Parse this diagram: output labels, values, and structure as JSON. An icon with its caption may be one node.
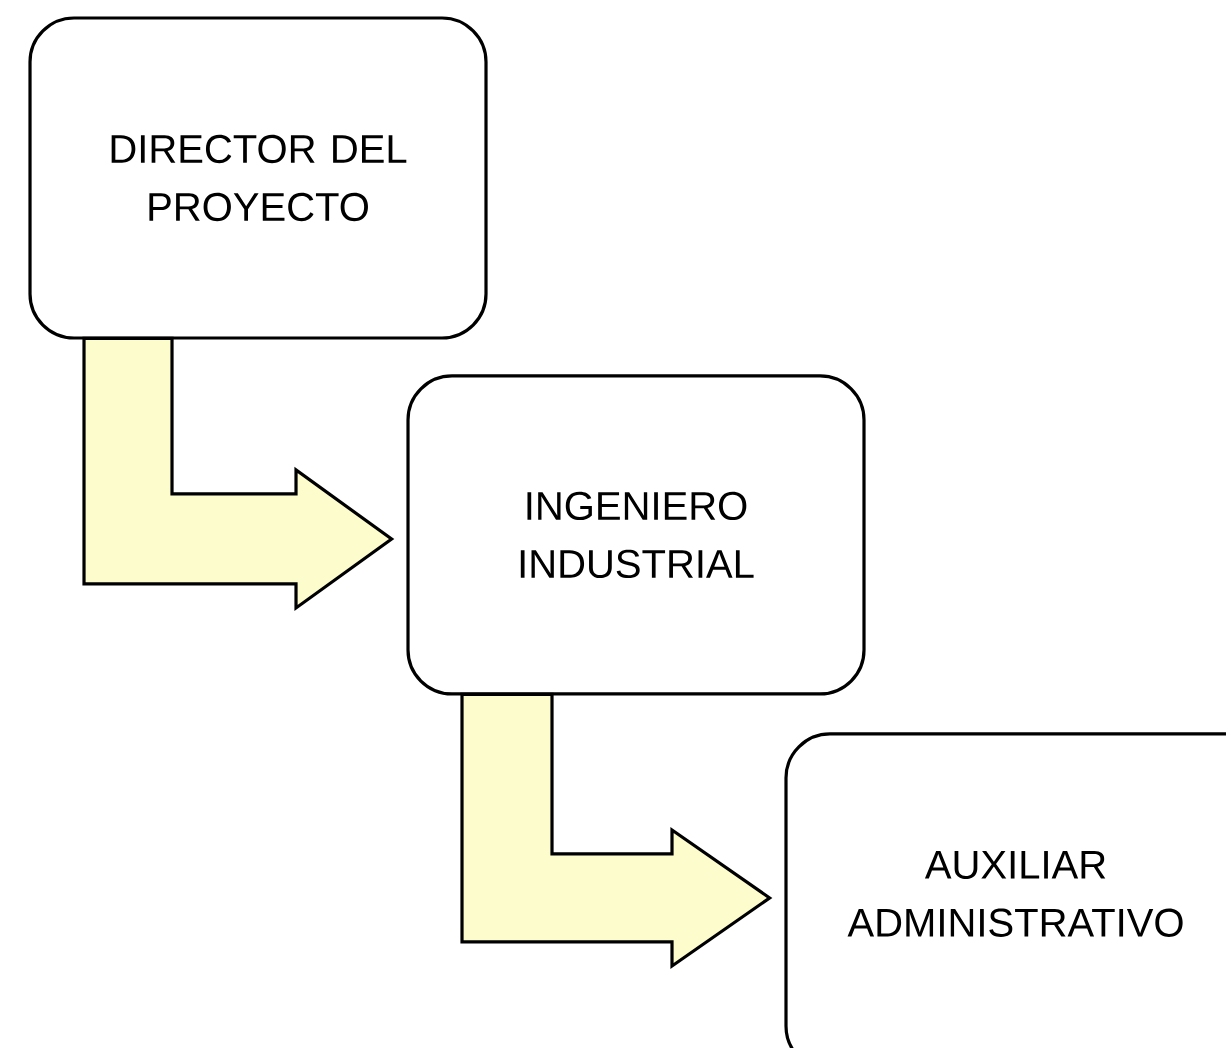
{
  "diagram": {
    "nodes": [
      {
        "text": [
          "DIRECTOR DEL PROYECTO"
        ]
      },
      {
        "text": [
          "INGENIERO INDUSTRIAL"
        ]
      },
      {
        "text": [
          "AUXILIAR ADMINISTRATIVO"
        ]
      }
    ],
    "edges": [
      {
        "from": 0,
        "to": 1,
        "arrow": "to"
      },
      {
        "from": 1,
        "to": 2,
        "arrow": "to"
      }
    ]
  }
}
